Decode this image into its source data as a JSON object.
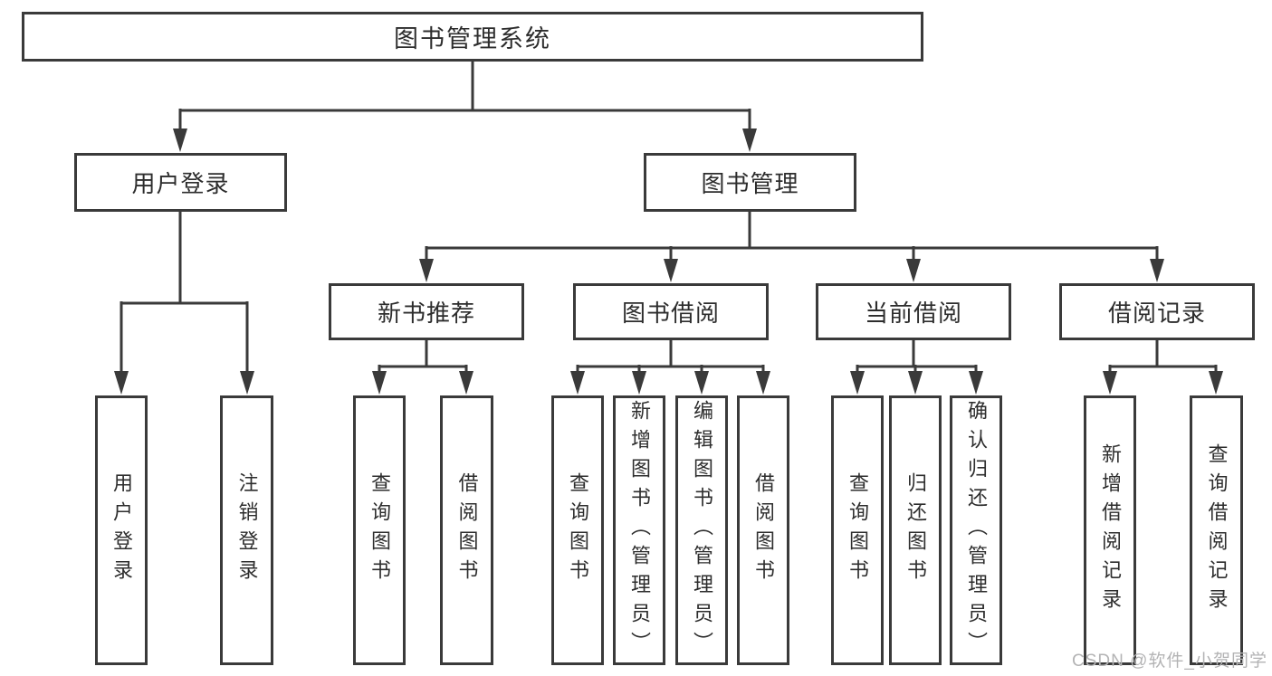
{
  "diagram": {
    "root": {
      "label": "图书管理系统"
    },
    "level2": [
      {
        "label": "用户登录"
      },
      {
        "label": "图书管理"
      }
    ],
    "level3": [
      {
        "label": "新书推荐",
        "parent": "图书管理"
      },
      {
        "label": "图书借阅",
        "parent": "图书管理"
      },
      {
        "label": "当前借阅",
        "parent": "图书管理"
      },
      {
        "label": "借阅记录",
        "parent": "图书管理"
      }
    ],
    "leaves": [
      {
        "label": "用户登录",
        "parent": "用户登录"
      },
      {
        "label": "注销登录",
        "parent": "用户登录"
      },
      {
        "label": "查询图书",
        "parent": "新书推荐"
      },
      {
        "label": "借阅图书",
        "parent": "新书推荐"
      },
      {
        "label": "查询图书",
        "parent": "图书借阅"
      },
      {
        "label": "新增图书（管理员）",
        "parent": "图书借阅"
      },
      {
        "label": "编辑图书（管理员）",
        "parent": "图书借阅"
      },
      {
        "label": "借阅图书",
        "parent": "图书借阅"
      },
      {
        "label": "查询图书",
        "parent": "当前借阅"
      },
      {
        "label": "归还图书",
        "parent": "当前借阅"
      },
      {
        "label": "确认归还（管理员）",
        "parent": "当前借阅"
      },
      {
        "label": "新增借阅记录",
        "parent": "借阅记录"
      },
      {
        "label": "查询借阅记录",
        "parent": "借阅记录"
      }
    ],
    "colors": {
      "line": "#3a3a3a",
      "border": "#3a3a3a",
      "text": "#2d2d2d",
      "background": "#ffffff",
      "watermark": "#b3b3b4"
    }
  },
  "watermark": {
    "text": "CSDN @软件_小贺同学"
  }
}
